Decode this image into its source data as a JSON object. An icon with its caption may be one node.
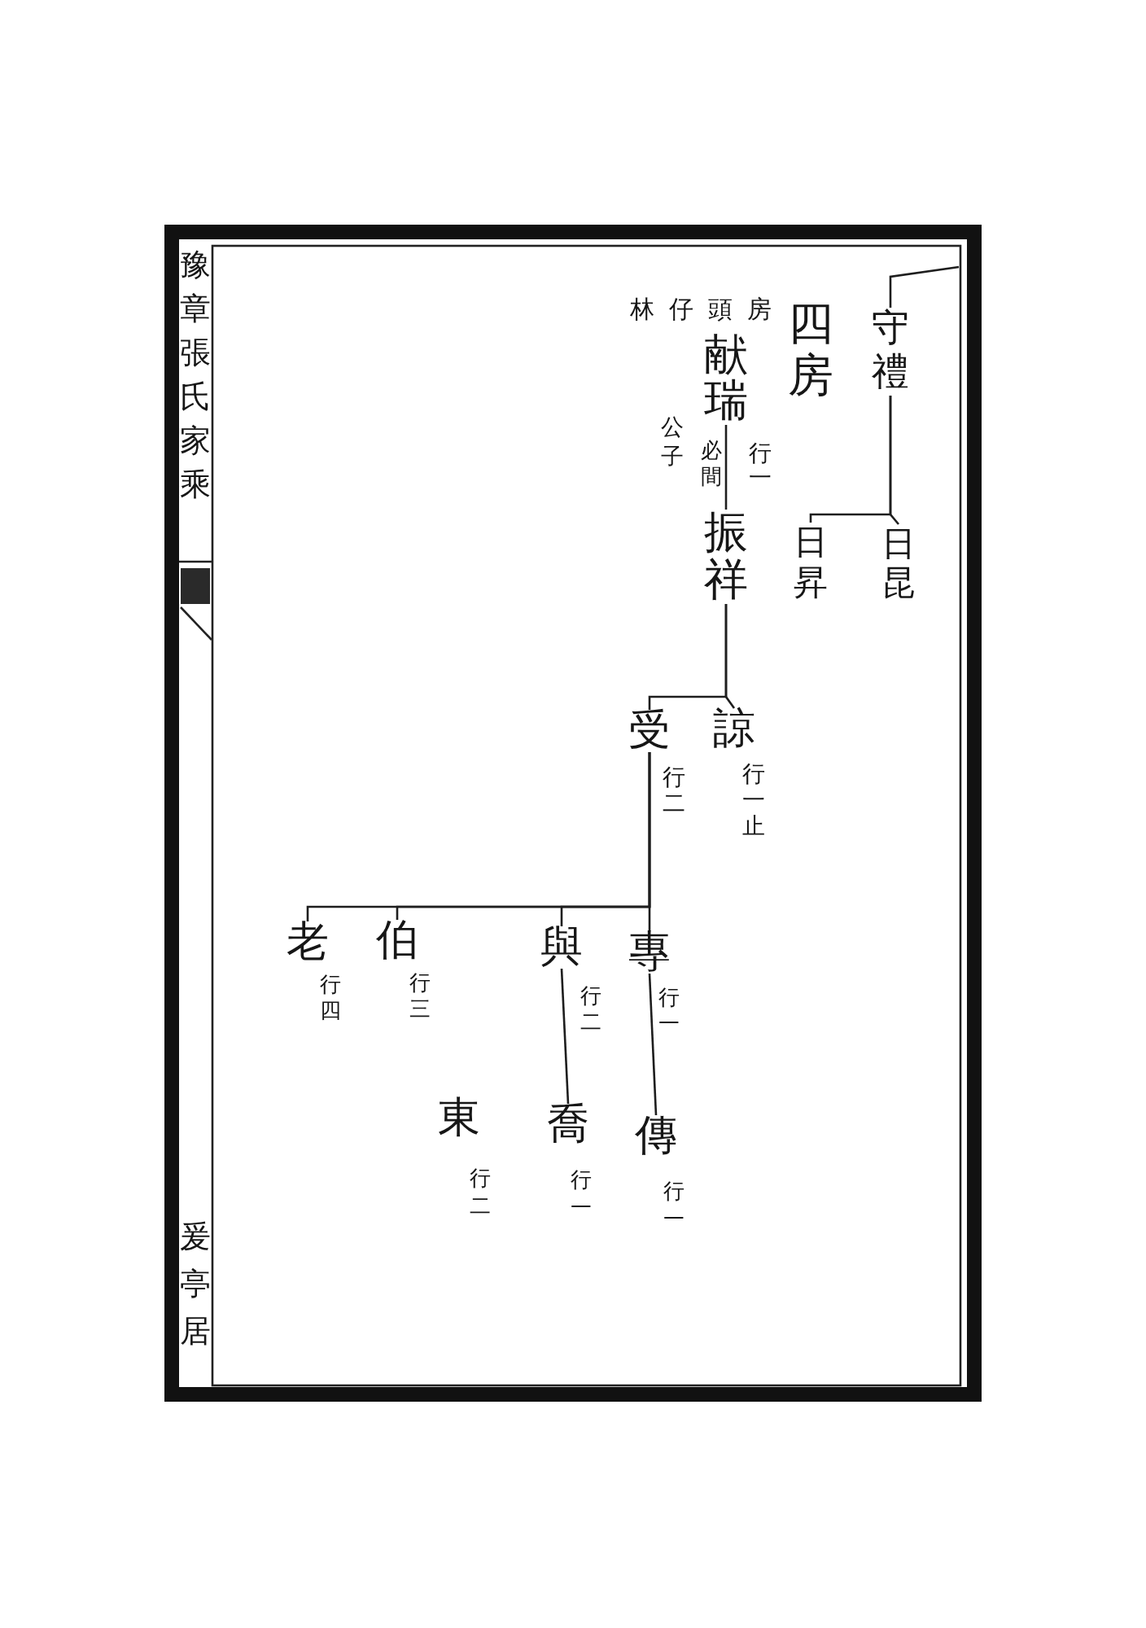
{
  "diagram": {
    "nodes": [
      {
        "text": [
          "守禮"
        ]
      },
      {
        "text": [
          "日昆"
        ]
      },
      {
        "text": [
          "日昇"
        ]
      },
      {
        "text": [
          "献瑞"
        ],
        "beside": [
          "行一",
          "必間",
          "公子"
        ]
      },
      {
        "text": [
          "振祥"
        ]
      },
      {
        "text": [
          "諒"
        ],
        "beside": [
          "行一止"
        ]
      },
      {
        "text": [
          "受"
        ],
        "beside": [
          "行二"
        ]
      },
      {
        "text": [
          "專"
        ],
        "beside": [
          "行一"
        ]
      },
      {
        "text": [
          "與"
        ],
        "beside": [
          "行二"
        ]
      },
      {
        "text": [
          "伯"
        ],
        "beside": [
          "行三"
        ]
      },
      {
        "text": [
          "老"
        ],
        "beside": [
          "行四"
        ]
      },
      {
        "text": [
          "傳"
        ],
        "beside": [
          "行一"
        ]
      },
      {
        "text": [
          "喬"
        ],
        "beside": [
          "行一"
        ]
      },
      {
        "text": [
          "東"
        ],
        "beside": [
          "行二"
        ]
      }
    ],
    "edges": [
      {
        "from": null,
        "to": 0,
        "arrow": "none"
      },
      {
        "from": 0,
        "to": 1,
        "arrow": "none"
      },
      {
        "from": 0,
        "to": 2,
        "arrow": "none"
      },
      {
        "from": 3,
        "to": 4,
        "arrow": "none"
      },
      {
        "from": 4,
        "to": 5,
        "arrow": "none"
      },
      {
        "from": 4,
        "to": 6,
        "arrow": "none"
      },
      {
        "from": 6,
        "to": 7,
        "arrow": "none"
      },
      {
        "from": 6,
        "to": 8,
        "arrow": "none"
      },
      {
        "from": 6,
        "to": 9,
        "arrow": "none"
      },
      {
        "from": 6,
        "to": 10,
        "arrow": "none"
      },
      {
        "from": 7,
        "to": 11,
        "arrow": "none"
      },
      {
        "from": 8,
        "to": 12,
        "arrow": "none"
      }
    ],
    "labels": [
      "豫章張氏家乘",
      "四房",
      "林仔頭房",
      "爰亭居"
    ]
  }
}
